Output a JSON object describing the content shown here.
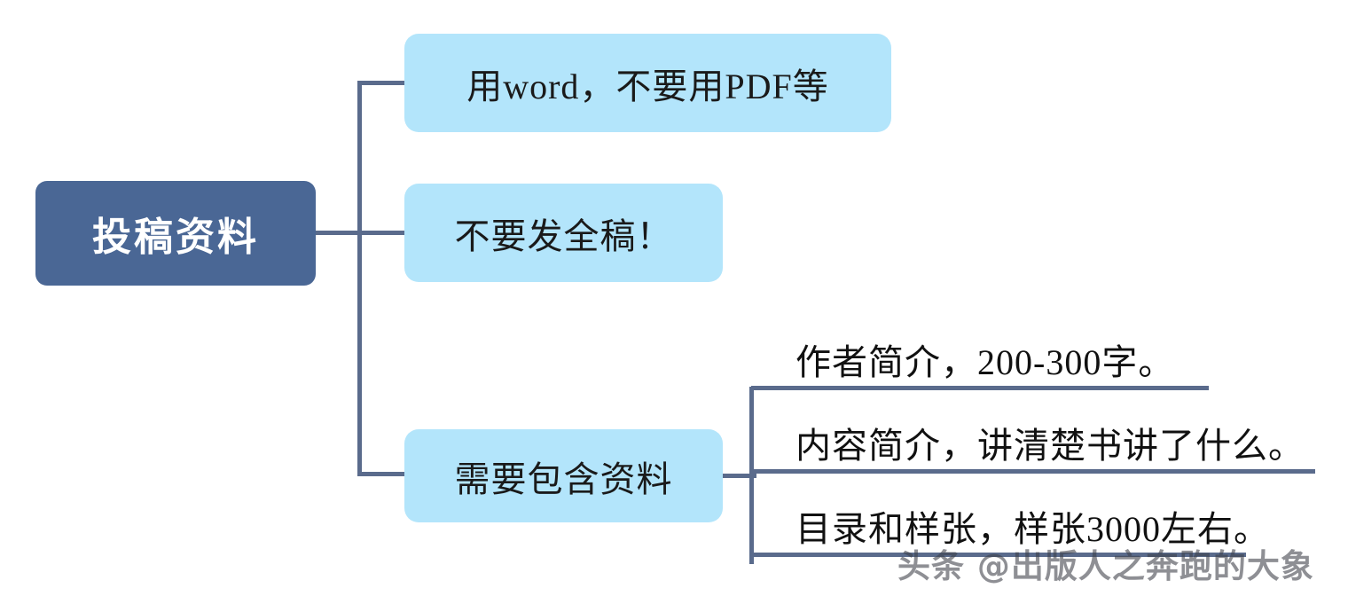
{
  "diagram": {
    "type": "mind-map",
    "root": {
      "label": "投稿资料",
      "color": "#4a6795",
      "text_color": "#ffffff"
    },
    "branch_color": "#b3e5fb",
    "line_color": "#5a6b8c",
    "branches": [
      {
        "label": "用word，不要用PDF等"
      },
      {
        "label": "不要发全稿！"
      },
      {
        "label": "需要包含资料",
        "children": [
          {
            "label": "作者简介，200-300字。"
          },
          {
            "label": "内容简介，讲清楚书讲了什么。"
          },
          {
            "label": "目录和样张，样张3000左右。"
          }
        ]
      }
    ]
  },
  "watermark": {
    "text": "头条 @出版人之奔跑的大象"
  }
}
